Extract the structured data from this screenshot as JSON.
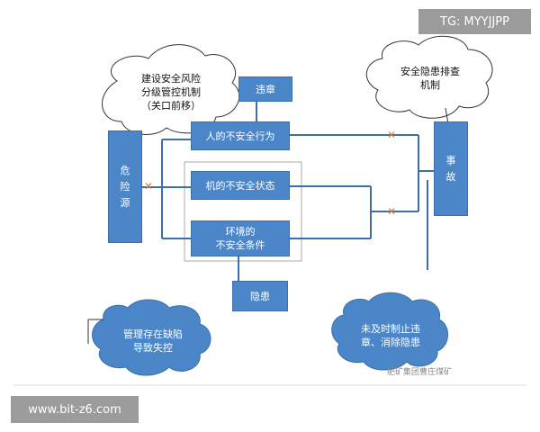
{
  "watermark_top": "TG: MYYJJPP",
  "watermark_bottom": "www.bit-z6.com",
  "cloud_top_left": "建设安全风险\n分级管控机制\n（关口前移）",
  "cloud_top_right": "安全隐患排查\n机制",
  "cloud_bottom_left": "管理存在缺陷\n导致失控",
  "cloud_bottom_right": "未及时制止违\n章、消除隐患",
  "box_violation": "违章",
  "box_hazard_source": [
    "危",
    "险",
    "源"
  ],
  "box_unsafe_behavior": "人的不安全行为",
  "box_unsafe_state": "机的不安全状态",
  "box_unsafe_env": "环境的\n不安全条件",
  "box_hidden_danger": "隐患",
  "box_accident": [
    "事",
    "故"
  ],
  "source_watermark": "肥矿集团曹庄煤矿",
  "colors": {
    "box": "#4a86c8",
    "x_mark": "#e07b39",
    "cloud_stroke": "#4a86c8"
  }
}
